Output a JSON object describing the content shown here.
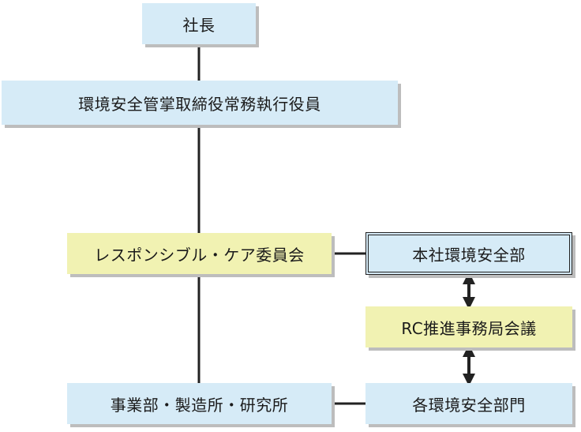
{
  "nodes": {
    "president": "社長",
    "env_safety_officer": "環境安全管掌取締役常務執行役員",
    "rc_committee": "レスポンシブル・ケア委員会",
    "hq_env_safety_dept": "本社環境安全部",
    "rc_secretariat_meeting": "RC推進事務局会議",
    "divisions_plants_labs": "事業部・製造所・研究所",
    "env_safety_sections": "各環境安全部門"
  },
  "colors": {
    "blue_box": "#d6ebf7",
    "yellow_box": "#f1f2b2",
    "line": "#222222",
    "shadow": "#bdbdbd"
  }
}
